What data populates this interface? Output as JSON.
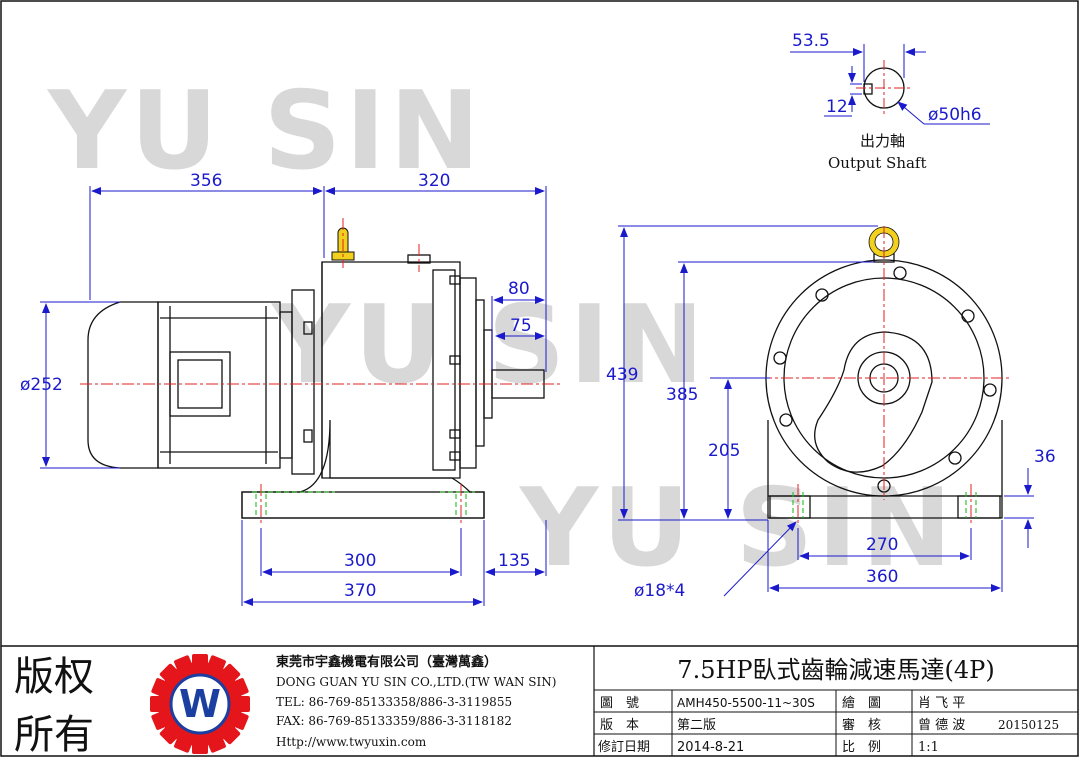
{
  "watermark": "YU SIN",
  "dimensions": {
    "d_53_5": "53.5",
    "d_12": "12",
    "d_shaft": "ø50h6",
    "d_356": "356",
    "d_320": "320",
    "d_80": "80",
    "d_75": "75",
    "d_252": "ø252",
    "d_300": "300",
    "d_135": "135",
    "d_370": "370",
    "d_439": "439",
    "d_385": "385",
    "d_205": "205",
    "d_36": "36",
    "d_270": "270",
    "d_360": "360",
    "d_holes": "ø18*4"
  },
  "shaft_label": {
    "zh": "出力軸",
    "en": "Output Shaft"
  },
  "title_block": {
    "copyright_1": "版权",
    "copyright_2": "所有",
    "logo_letter": "W",
    "company_zh": "東莞市宇鑫機電有限公司（臺灣萬鑫）",
    "company_en": "DONG GUAN YU SIN CO.,LTD.(TW WAN SIN)",
    "tel": "TEL: 86-769-85133358/886-3-3119855",
    "fax": "FAX: 86-769-85133359/886-3-3118182",
    "http": "Http://www.twyuxin.com",
    "product_title": "7.5HP臥式齒輪減速馬達(4P)",
    "rows": [
      {
        "label": "圖　號",
        "value": "AMH450-5500-11~30S",
        "label2": "繪　圖",
        "value2": "肖 飞 平",
        "value3": ""
      },
      {
        "label": "版　本",
        "value": "第二版",
        "label2": "審　核",
        "value2": "曾 德 波",
        "value3": "20150125"
      },
      {
        "label": "修訂日期",
        "value": "2014-8-21",
        "label2": "比　例",
        "value2": "1:1",
        "value3": ""
      }
    ]
  },
  "colors": {
    "line": "#111111",
    "dimension": "#1a1acc",
    "centerline": "#e02020",
    "hidden": "#1fbf1f",
    "eyebolt": "#f2d01e",
    "logo_red": "#e4151b",
    "logo_blue": "#1a3fa0"
  }
}
